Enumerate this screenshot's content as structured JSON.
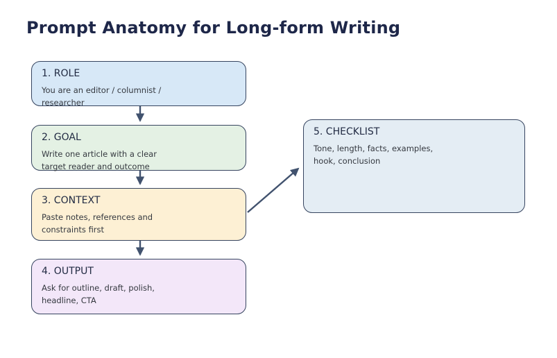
{
  "title": "Prompt Anatomy for Long-form Writing",
  "colors": {
    "title": "#1e2749",
    "box_border": "#36445f",
    "arrow": "#41526e",
    "background": "#ffffff"
  },
  "boxes": [
    {
      "id": "role",
      "heading": "1. ROLE",
      "lines": [
        "You are an editor / columnist /",
        "researcher"
      ],
      "fill": "#d7e8f7"
    },
    {
      "id": "goal",
      "heading": "2. GOAL",
      "lines": [
        "Write one article with a clear",
        "target reader and outcome"
      ],
      "fill": "#e4f1e4"
    },
    {
      "id": "context",
      "heading": "3. CONTEXT",
      "lines": [
        "Paste notes, references and",
        "constraints first"
      ],
      "fill": "#fdf0d4"
    },
    {
      "id": "output",
      "heading": "4. OUTPUT",
      "lines": [
        "Ask for outline, draft, polish,",
        "headline, CTA"
      ],
      "fill": "#f3e7f9"
    },
    {
      "id": "checklist",
      "heading": "5. CHECKLIST",
      "lines": [
        "Tone, length, facts, examples,",
        "hook, conclusion"
      ],
      "fill": "#e4edf4"
    }
  ]
}
